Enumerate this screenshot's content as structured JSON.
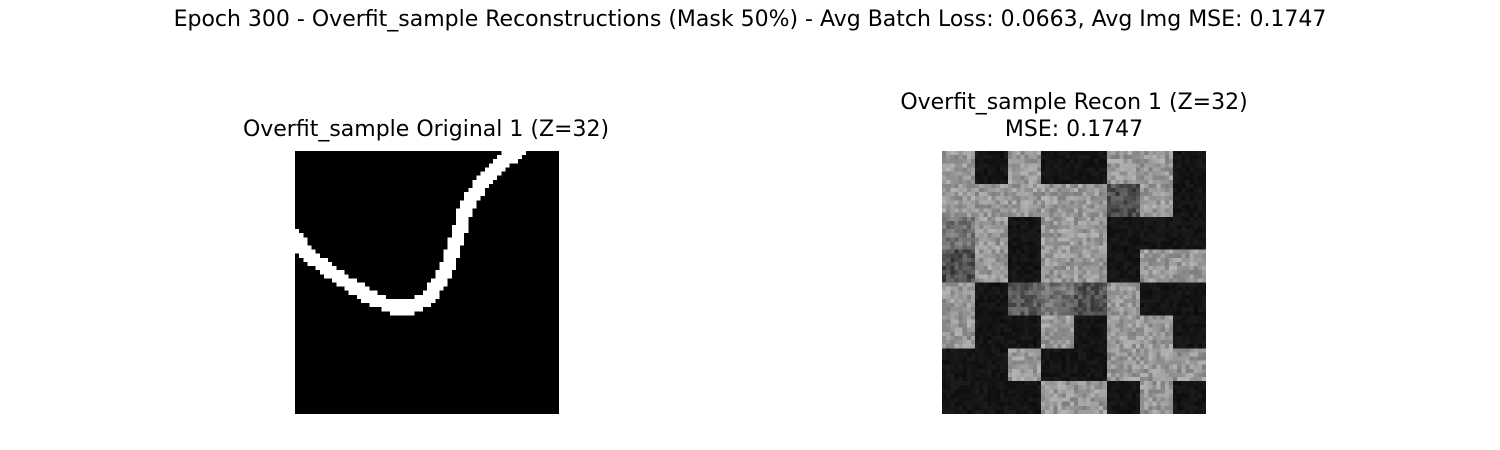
{
  "figure": {
    "suptitle": "Epoch 300 - Overfit_sample Reconstructions (Mask 50%) - Avg Batch Loss: 0.0663, Avg Img MSE: 0.1747"
  },
  "chart_data": [
    {
      "type": "heatmap",
      "title": "Overfit_sample Original 1 (Z=32)",
      "colormap": "gray",
      "axes": "off",
      "resolution": [
        64,
        64
      ],
      "description_values": {
        "background": 0.0,
        "stroke": 1.0
      },
      "stroke_path": [
        [
          54,
          0
        ],
        [
          50,
          3
        ],
        [
          46,
          7
        ],
        [
          43,
          11
        ],
        [
          41,
          15
        ],
        [
          40,
          19
        ],
        [
          38.5,
          24
        ],
        [
          37,
          28
        ],
        [
          35,
          32
        ],
        [
          32,
          36
        ],
        [
          28,
          38
        ],
        [
          24,
          38
        ],
        [
          19,
          36
        ],
        [
          14,
          33
        ],
        [
          8,
          29
        ],
        [
          3,
          25
        ],
        [
          0,
          21
        ]
      ],
      "stroke_width": 3.5,
      "colors": {
        "background": "#000000",
        "stroke": "#ffffff"
      }
    },
    {
      "type": "heatmap",
      "title": "Overfit_sample Recon 1 (Z=32)\nMSE: 0.1747",
      "title_lines": [
        "Overfit_sample Recon 1 (Z=32)",
        "MSE: 0.1747"
      ],
      "mse": 0.1747,
      "colormap": "gray",
      "axes": "off",
      "patch_grid": [
        8,
        8
      ],
      "patch_size": 8,
      "patch_values": [
        [
          0.6,
          0.08,
          0.6,
          0.08,
          0.08,
          0.6,
          0.6,
          0.08
        ],
        [
          0.6,
          0.6,
          0.6,
          0.6,
          0.6,
          0.3,
          0.6,
          0.08
        ],
        [
          0.45,
          0.6,
          0.08,
          0.6,
          0.6,
          0.08,
          0.08,
          0.08
        ],
        [
          0.3,
          0.6,
          0.08,
          0.6,
          0.6,
          0.08,
          0.6,
          0.6
        ],
        [
          0.6,
          0.08,
          0.35,
          0.45,
          0.32,
          0.6,
          0.08,
          0.08
        ],
        [
          0.6,
          0.08,
          0.08,
          0.6,
          0.08,
          0.6,
          0.6,
          0.08
        ],
        [
          0.08,
          0.08,
          0.6,
          0.08,
          0.08,
          0.6,
          0.6,
          0.6
        ],
        [
          0.08,
          0.08,
          0.08,
          0.6,
          0.6,
          0.08,
          0.6,
          0.08
        ]
      ]
    }
  ]
}
